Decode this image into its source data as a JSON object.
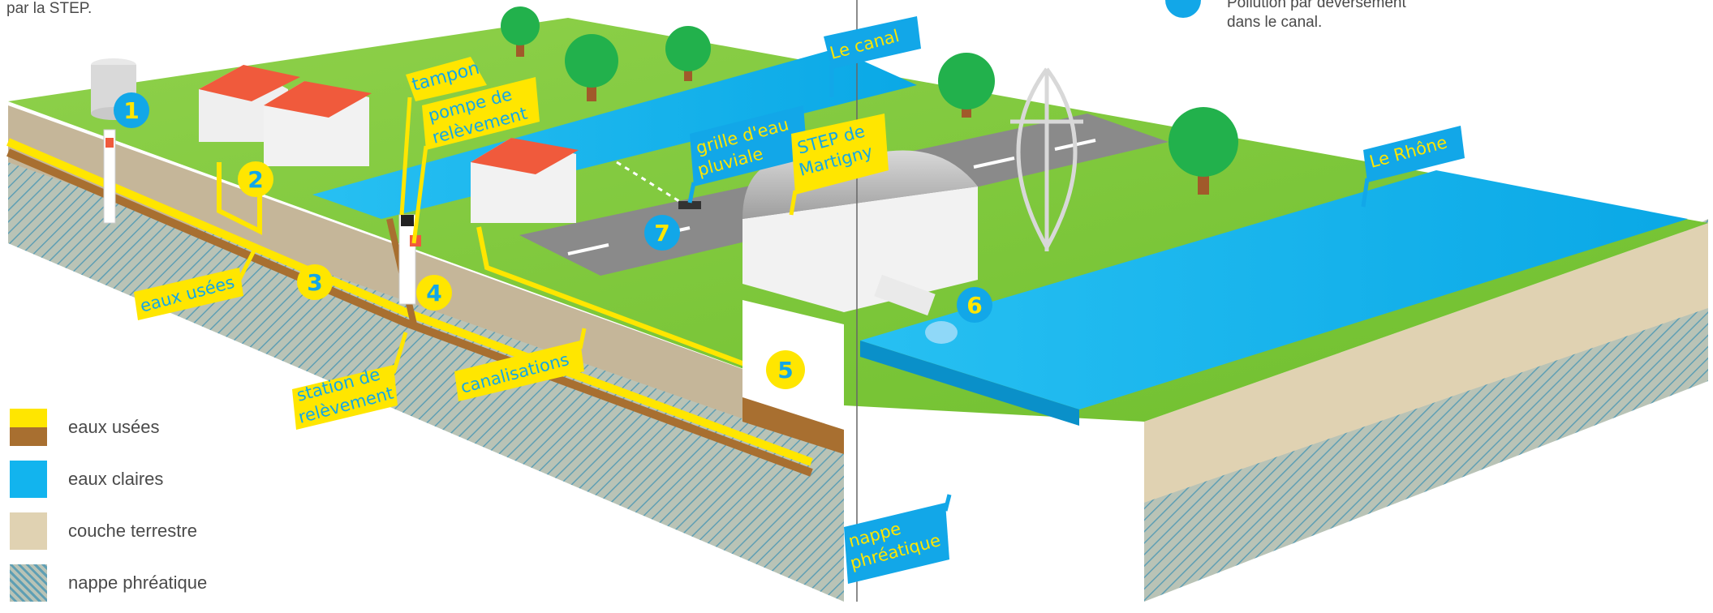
{
  "top_notes": {
    "left": "par la STEP.",
    "right_line1": "Pollution par déversement",
    "right_line2": "dans le canal."
  },
  "callouts": {
    "tampon": "tampon",
    "pompe_line1": "pompe de",
    "pompe_line2": "relèvement",
    "canal": "Le canal",
    "grille_line1": "grille d'eau",
    "grille_line2": "pluviale",
    "step_line1": "STEP de",
    "step_line2": "Martigny",
    "rhone": "Le Rhône",
    "eaux_usees": "eaux usées",
    "station_line1": "station de",
    "station_line2": "relèvement",
    "canalisations": "canalisations",
    "nappe_line1": "nappe",
    "nappe_line2": "phréatique"
  },
  "markers": [
    "1",
    "2",
    "3",
    "4",
    "5",
    "6",
    "7"
  ],
  "legend": [
    {
      "label": "eaux usées",
      "color_top": "#ffe600",
      "color_bottom": "#a86f30"
    },
    {
      "label": "eaux claires",
      "color": "#12b4ee"
    },
    {
      "label": "couche terrestre",
      "color": "#e0d2b2"
    },
    {
      "label": "nappe phréatique",
      "color": "#9fb8a6"
    }
  ],
  "colors": {
    "grass": "#7ccb3a",
    "water": "#12b4ee",
    "soil": "#d9c9a6",
    "sewage_yellow": "#ffe600",
    "sewage_brown": "#a86f30",
    "marker": "#12a7e8"
  }
}
